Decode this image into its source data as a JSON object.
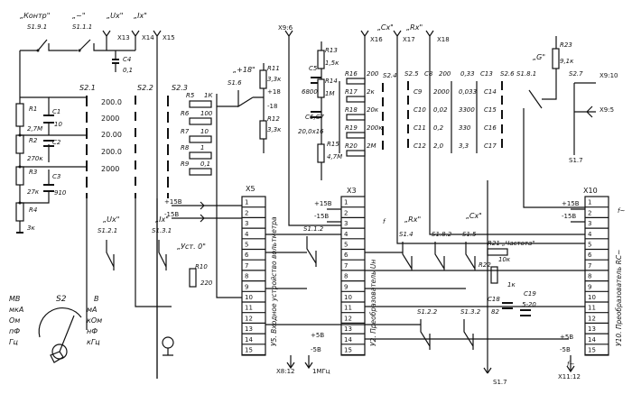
{
  "top_labels": {
    "kontr": "„Контр\"",
    "s191": "S1.9.1",
    "tilde": "„~\"",
    "s111": "S1.1.1",
    "ux": "„Ux\"",
    "ix": "„Ix\"",
    "x13": "X13",
    "x14": "X14",
    "x15": "X15",
    "x9_6": "X9:6",
    "cx": "„Cx\"",
    "rx": "„Rx\"",
    "x16": "X16",
    "x17": "X17",
    "x18": "X18",
    "g": "„G\"",
    "s2_7": "S2.7",
    "x9_10": "X9:10",
    "x9_5": "X9:5",
    "s1_7": "S1.7"
  },
  "left_divider": {
    "resistors": [
      {
        "name": "R1",
        "value": "2,7M"
      },
      {
        "name": "R2",
        "value": "270к"
      },
      {
        "name": "R3",
        "value": "27к"
      },
      {
        "name": "R4",
        "value": "3к"
      }
    ],
    "capacitors": [
      {
        "name": "C1",
        "value": "10"
      },
      {
        "name": "C2",
        "value": ""
      },
      {
        "name": "C3",
        "value": "910"
      }
    ],
    "c4": {
      "name": "C4",
      "value": "0,1"
    }
  },
  "switches": {
    "s21": "S2.1",
    "s22": "S2.2",
    "s23": "S2.3",
    "s24": "S2.4",
    "s25": "S2.5",
    "s26": "S2.6",
    "s21_values": [
      "200.0",
      "2000",
      "20.00",
      "200.0",
      "2000"
    ]
  },
  "r5_r9": {
    "label": "R5",
    "top": "1К",
    "items": [
      {
        "name": "R6",
        "value": "100"
      },
      {
        "name": "R7",
        "value": "10"
      },
      {
        "name": "R8",
        "value": "1"
      },
      {
        "name": "R9",
        "value": "0,1"
      }
    ]
  },
  "plus18": {
    "title": "„+18\"",
    "sw": "S1.6",
    "r11": "R11",
    "r11v": "3,3к",
    "r12": "R12",
    "r12v": "3,3к",
    "p18": "+18",
    "m18": "-18"
  },
  "r13": {
    "c5": "C5",
    "c5v": "6800",
    "r13": "R13",
    "r13v": "1,5к",
    "r14": "R14",
    "r14v": "1М",
    "c6": "C6,C7",
    "c6v": "20,0x16",
    "r15": "R15",
    "r15v": "4,7М"
  },
  "r16_r20": {
    "rows": [
      {
        "name": "R16",
        "value": "200"
      },
      {
        "name": "R17",
        "value": "2к"
      },
      {
        "name": "R18",
        "value": "20к"
      },
      {
        "name": "R19",
        "value": "200к"
      },
      {
        "name": "R20",
        "value": "2М"
      }
    ]
  },
  "caps": {
    "head1": "C8",
    "head2": "200",
    "left": [
      {
        "name": "C9",
        "value": "2000"
      },
      {
        "name": "C10",
        "value": "0,02"
      },
      {
        "name": "C11",
        "value": "0,2"
      },
      {
        "name": "C12",
        "value": "2,0"
      }
    ],
    "right_top": "0,33",
    "right_head": "C13",
    "right": [
      {
        "name": "C14",
        "value": "0,033"
      },
      {
        "name": "C15",
        "value": "3300"
      },
      {
        "name": "C16",
        "value": "330"
      },
      {
        "name": "C17",
        "value": "3,3"
      }
    ]
  },
  "r23": {
    "name": "R23",
    "value": "9,1к",
    "sw": "S1.8.1"
  },
  "x5": {
    "title": "X5",
    "plus15": "+15В",
    "minus15": "-15В",
    "pins": [
      "1",
      "2",
      "3",
      "4",
      "5",
      "6",
      "7",
      "8",
      "9",
      "10",
      "11",
      "12",
      "13",
      "14",
      "15"
    ],
    "caption": "У5. Входное устройство вольтметра"
  },
  "x3": {
    "title": "X3",
    "plus15": "+15В",
    "minus15": "-15В",
    "pins": [
      "1",
      "2",
      "3",
      "4",
      "5",
      "6",
      "7",
      "8",
      "9",
      "10",
      "11",
      "12",
      "13",
      "14",
      "15"
    ],
    "caption": "У2. Преобразователь Uн",
    "f": "f",
    "p5": "+5В",
    "m5": "-5В"
  },
  "x10": {
    "title": "X10",
    "plus15": "+15В",
    "minus15": "-15В",
    "pins": [
      "1",
      "2",
      "3",
      "4",
      "5",
      "6",
      "7",
      "8",
      "9",
      "10",
      "11",
      "12",
      "13",
      "14",
      "15"
    ],
    "caption": "У10. Преобразователь RC~",
    "p5": "+5В",
    "m5": "-5В",
    "f": "f~",
    "f2": "f~"
  },
  "middle_row": {
    "ux": "„Ux\"",
    "s121": "S1.2.1",
    "ix": "„Ix\"",
    "s131": "S1.3.1",
    "ust": "„Уст. 0\"",
    "r10": "R10",
    "r10v": "220",
    "s112": "S1.1.2",
    "rx": "„Rx\"",
    "cx": "„Cx\"",
    "s14": "S1.4",
    "s182": "S1.8.2",
    "s15": "S1.5",
    "r21": "R21 „Частота\"",
    "r21v": "10к",
    "r22": "R22",
    "r22v": "1к",
    "c18": "C18",
    "c18v": "82",
    "c19": "C19",
    "c19v": "5-20",
    "s122": "S1.2.2",
    "s132": "S1.3.2"
  },
  "bottom": {
    "x8": "X8:12",
    "f1": "1МГц",
    "s17": "S1.7",
    "x11": "X11:12"
  },
  "dial": {
    "left_units": [
      "МВ",
      "мкА",
      "Ом",
      "пФ",
      "Гц"
    ],
    "title": "S2",
    "right_top": "В",
    "right_units": [
      "мА",
      "кОм",
      "нФ",
      "кГц"
    ]
  }
}
